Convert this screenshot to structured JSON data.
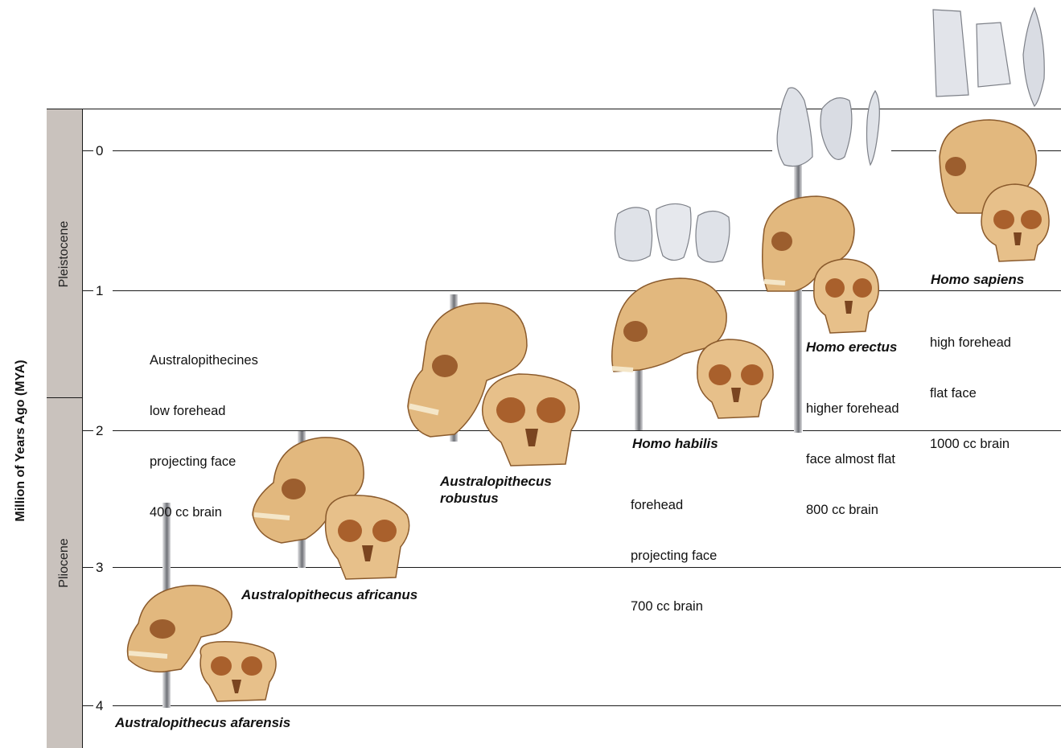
{
  "axis": {
    "label": "Million of Years Ago (MYA)",
    "ticks": [
      "0",
      "1",
      "2",
      "3",
      "4"
    ]
  },
  "eras": [
    {
      "name": "Pleistocene"
    },
    {
      "name": "Pliocene"
    }
  ],
  "species": [
    {
      "name": "Australopithecus afarensis"
    },
    {
      "name": "Australopithecus africanus"
    },
    {
      "name_line1": "Australopithecus",
      "name_line2": "robustus"
    },
    {
      "name": "Homo habilis",
      "desc": [
        "forehead",
        "projecting face",
        "700 cc brain"
      ]
    },
    {
      "name": "Homo erectus",
      "desc": [
        "higher forehead",
        "face almost flat",
        "800 cc brain"
      ]
    },
    {
      "name": "Homo sapiens",
      "desc": [
        "high forehead",
        "flat face",
        "1000 cc brain"
      ]
    }
  ],
  "australopithecines_note": [
    "Australopithecines",
    "low forehead",
    "projecting face",
    "400 cc brain"
  ],
  "colors": {
    "skull": "#e2b87e",
    "skull_shade": "#b9824a",
    "era_band": "#c9c2bd",
    "tool": "#dfe2e8"
  }
}
